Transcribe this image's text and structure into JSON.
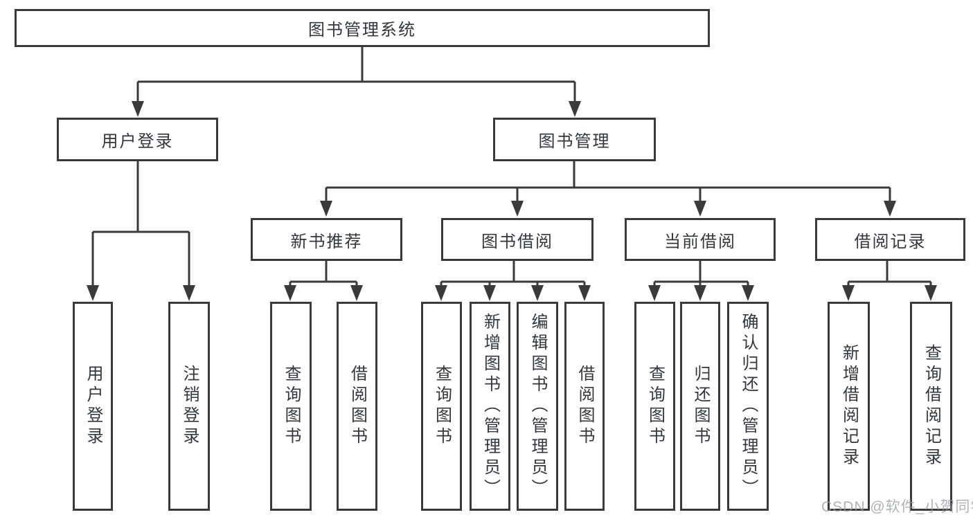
{
  "diagram_title": "图书管理系统",
  "tree": {
    "label": "图书管理系统",
    "children": [
      {
        "label": "用户登录",
        "children": [
          {
            "label": "用户登录"
          },
          {
            "label": "注销登录"
          }
        ]
      },
      {
        "label": "图书管理",
        "children": [
          {
            "label": "新书推荐",
            "children": [
              {
                "label": "查询图书"
              },
              {
                "label": "借阅图书"
              }
            ]
          },
          {
            "label": "图书借阅",
            "children": [
              {
                "label": "查询图书"
              },
              {
                "label": "新增图书（管理员）"
              },
              {
                "label": "编辑图书（管理员）"
              },
              {
                "label": "借阅图书"
              }
            ]
          },
          {
            "label": "当前借阅",
            "children": [
              {
                "label": "查询图书"
              },
              {
                "label": "归还图书"
              },
              {
                "label": "确认归还（管理员）"
              }
            ]
          },
          {
            "label": "借阅记录",
            "children": [
              {
                "label": "新增借阅记录"
              },
              {
                "label": "查询借阅记录"
              }
            ]
          }
        ]
      }
    ]
  },
  "watermark": {
    "text": "CSDN @软件_小贺同学"
  },
  "colors": {
    "line": "#3a3a3c",
    "text": "#33373b",
    "watermark": "#94999e",
    "background": "#ffffff"
  }
}
